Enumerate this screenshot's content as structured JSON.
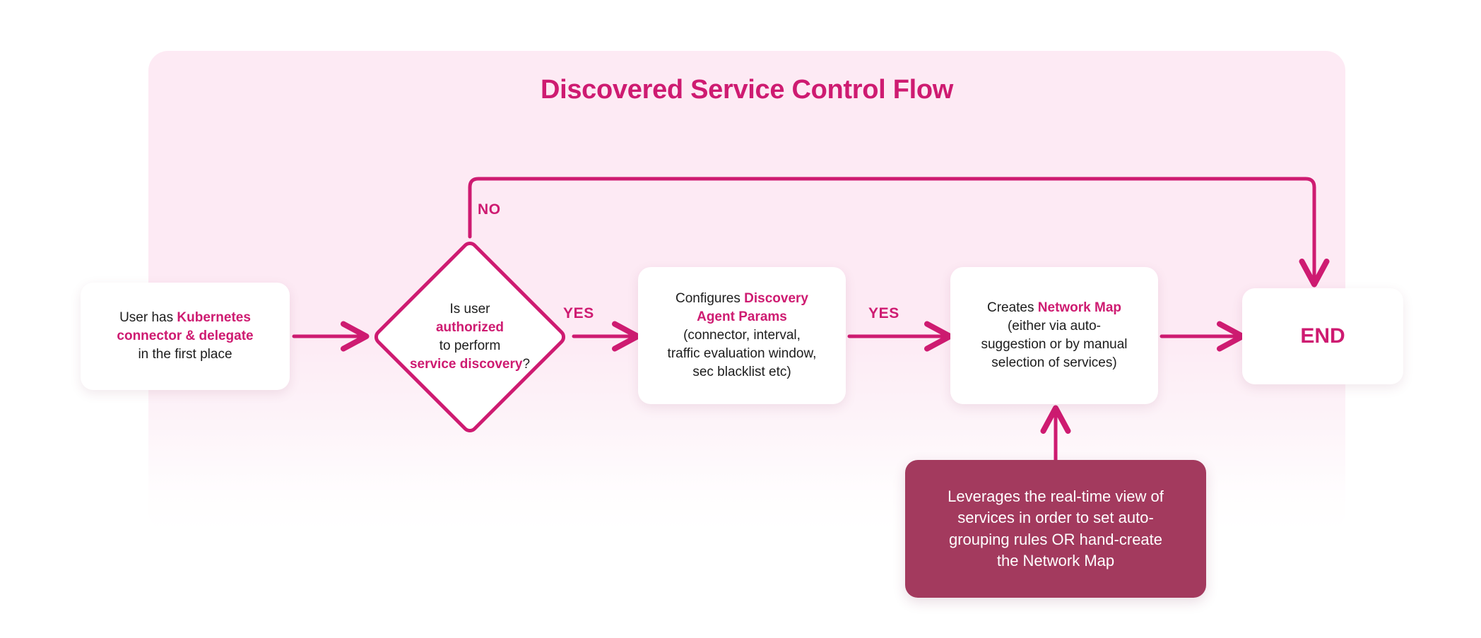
{
  "diagram": {
    "title": "Discovered Service Control Flow",
    "colors": {
      "accent": "#ce1b71",
      "canvas_background": "#fdeaf4",
      "note_background": "#a33a5e",
      "node_background": "#ffffff",
      "body_text": "#1d1d1d"
    },
    "nodes": {
      "start": {
        "id": "start",
        "shape": "rounded-rectangle",
        "text_parts": [
          {
            "text": "User has ",
            "emphasis": false
          },
          {
            "text": "Kubernetes connector & delegate",
            "emphasis": true
          },
          {
            "text": " in the first place",
            "emphasis": false
          }
        ],
        "line1_plain": "User has ",
        "line1_hl": "Kubernetes",
        "line2_hl": "connector & delegate",
        "line3_plain": "in the first place"
      },
      "decision": {
        "id": "decision",
        "shape": "diamond",
        "line1": "Is user",
        "line2_hl": "authorized",
        "line3": "to perform",
        "line4_hl": "service discovery",
        "line4_tail": "?"
      },
      "params": {
        "id": "params",
        "shape": "rounded-rectangle",
        "line1_plain": "Configures ",
        "line1_hl": "Discovery",
        "line2_hl": "Agent Params",
        "line3": "(connector, interval,",
        "line4": "traffic evaluation window,",
        "line5": "sec blacklist etc)"
      },
      "network_map": {
        "id": "network_map",
        "shape": "rounded-rectangle",
        "line1_plain": "Creates ",
        "line1_hl": "Network Map",
        "line2": "(either via auto-",
        "line3": "suggestion or by manual",
        "line4": "selection of services)"
      },
      "end": {
        "id": "end",
        "shape": "rounded-rectangle",
        "label": "END"
      },
      "note": {
        "id": "note",
        "shape": "rounded-rectangle-filled",
        "line1": "Leverages the real-time view of",
        "line2": "services in order to set auto-",
        "line3": "grouping rules OR hand-create",
        "line4": "the Network Map"
      }
    },
    "edges": [
      {
        "from": "start",
        "to": "decision",
        "label": ""
      },
      {
        "from": "decision",
        "to": "params",
        "label": "YES"
      },
      {
        "from": "params",
        "to": "network_map",
        "label": "YES"
      },
      {
        "from": "network_map",
        "to": "end",
        "label": ""
      },
      {
        "from": "decision",
        "to": "end",
        "label": "NO"
      },
      {
        "from": "note",
        "to": "network_map",
        "label": ""
      }
    ],
    "labels": {
      "no": "NO",
      "yes_1": "YES",
      "yes_2": "YES"
    }
  }
}
